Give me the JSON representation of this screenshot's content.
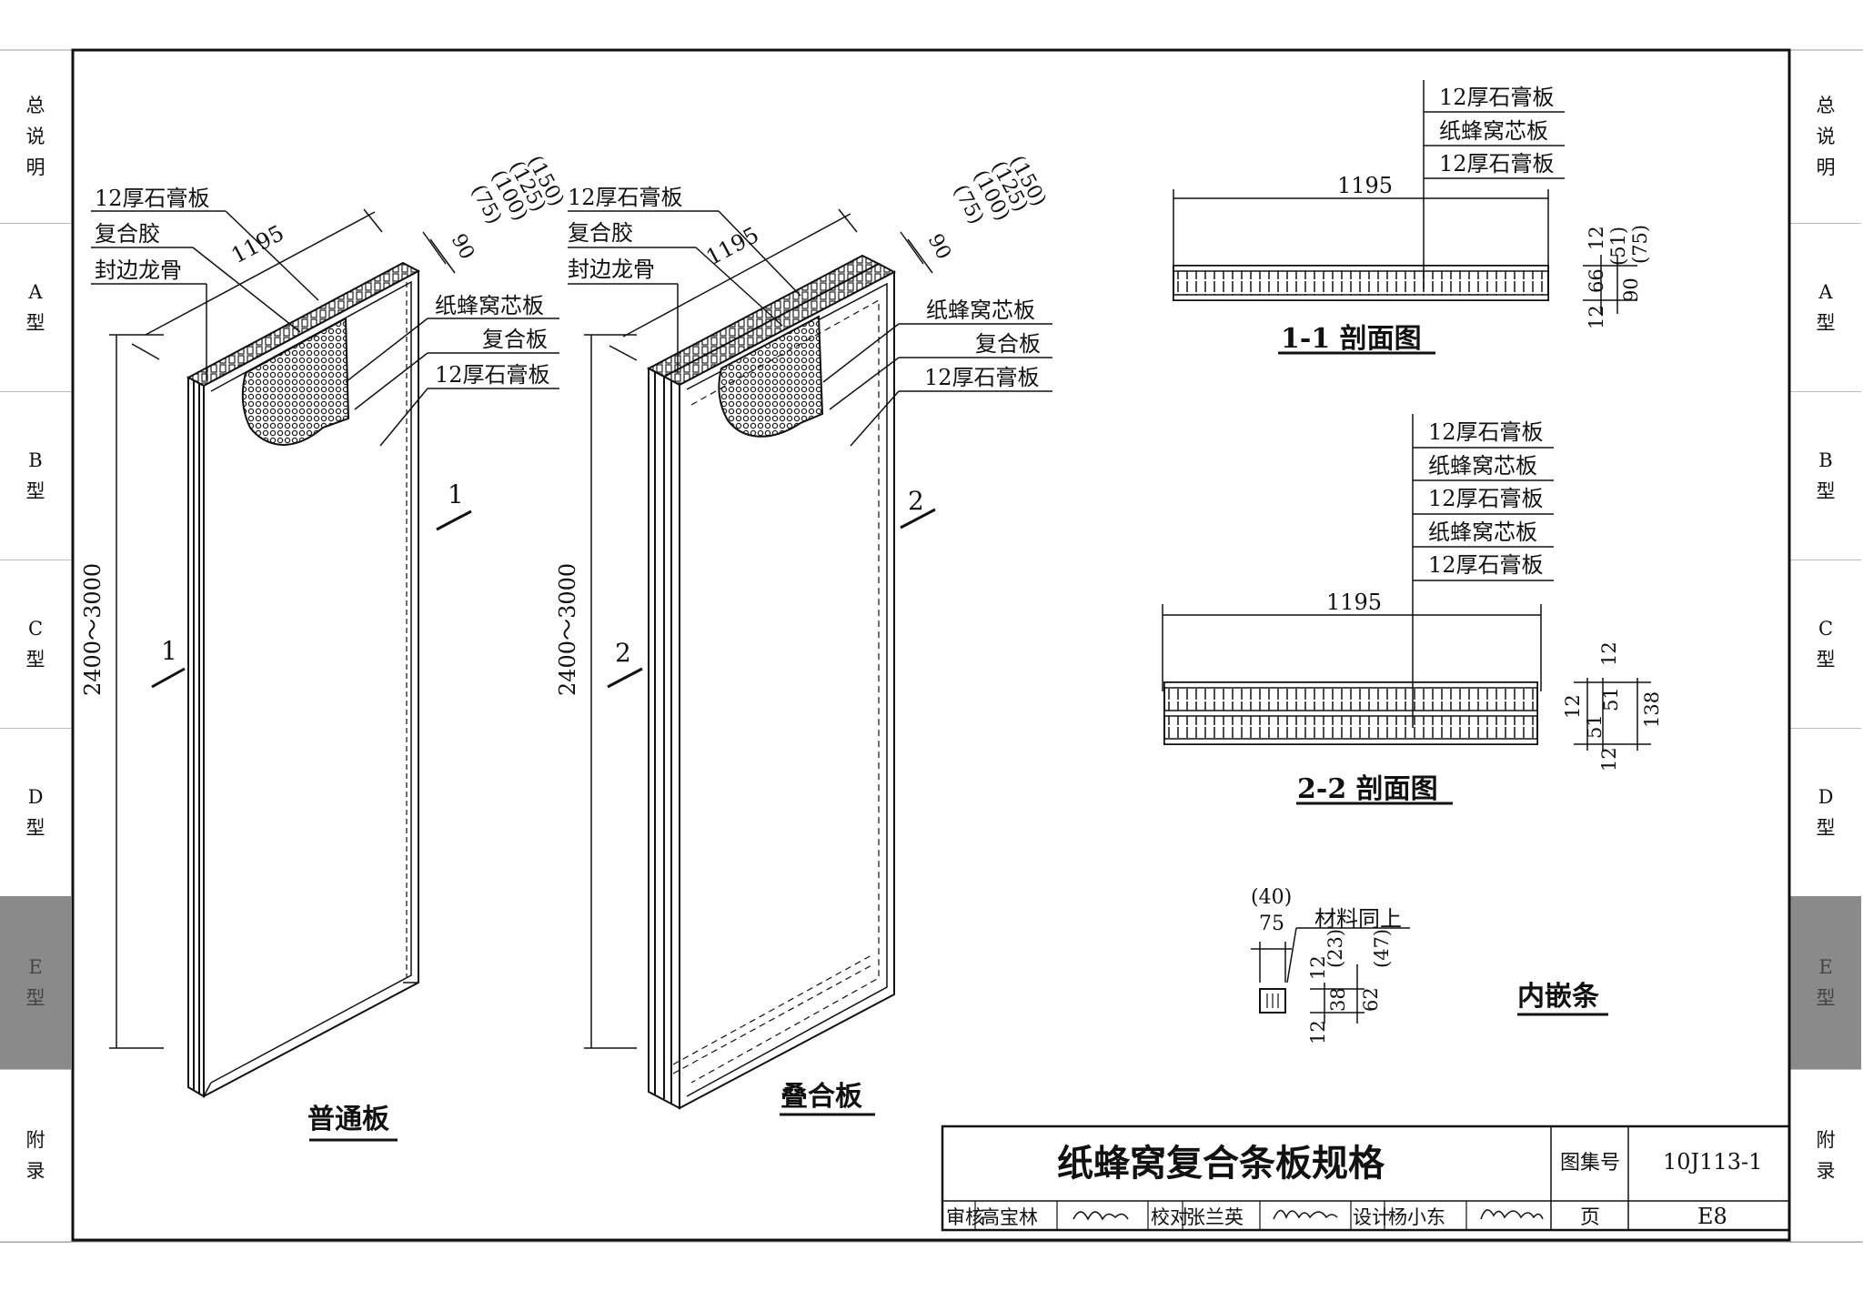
{
  "side_tabs": [
    {
      "label": "总\n说\n明",
      "active": false
    },
    {
      "label": "A\n型",
      "active": false
    },
    {
      "label": "B\n型",
      "active": false
    },
    {
      "label": "C\n型",
      "active": false
    },
    {
      "label": "D\n型",
      "active": false
    },
    {
      "label": "E\n型",
      "active": true
    },
    {
      "label": "附\n录",
      "active": false
    }
  ],
  "panel1": {
    "caption": "普通板",
    "labels": [
      "12厚石膏板",
      "复合胶",
      "封边龙骨",
      "纸蜂窝芯板",
      "复合板",
      "12厚石膏板"
    ],
    "dim_width": "1195",
    "dim_height": "2400～3000",
    "thick_options": [
      "(150)",
      "(125)",
      "(100)",
      "(75)",
      "90"
    ],
    "section_mark": "1"
  },
  "panel2": {
    "caption": "叠合板",
    "labels": [
      "12厚石膏板",
      "复合胶",
      "封边龙骨",
      "纸蜂窝芯板",
      "复合板",
      "12厚石膏板"
    ],
    "dim_width": "1195",
    "dim_height": "2400～3000",
    "thick_options": [
      "(150)",
      "(125)",
      "(100)",
      "(75)",
      "90"
    ],
    "section_mark": "2"
  },
  "section1": {
    "title": "1-1 剖面图",
    "layers": [
      "12厚石膏板",
      "纸蜂窝芯板",
      "12厚石膏板"
    ],
    "width": "1195",
    "dims": [
      "12",
      "66",
      "(51)",
      "90",
      "(75)",
      "12"
    ]
  },
  "section2": {
    "title": "2-2 剖面图",
    "layers": [
      "12厚石膏板",
      "纸蜂窝芯板",
      "12厚石膏板",
      "纸蜂窝芯板",
      "12厚石膏板"
    ],
    "width": "1195",
    "dims": [
      "12",
      "12",
      "51",
      "51",
      "12",
      "138"
    ]
  },
  "insert": {
    "title": "内嵌条",
    "note": "材料同上",
    "dims": [
      "(40)",
      "75",
      "12",
      "(23)",
      "(47)",
      "38",
      "62",
      "12"
    ]
  },
  "title_block": {
    "title": "纸蜂窝复合条板规格",
    "atlas_label": "图集号",
    "atlas_no": "10J113-1",
    "page_label": "页",
    "page_no": "E8",
    "review_label": "审核",
    "reviewer": "高宝林",
    "check_label": "校对",
    "checker": "张兰英",
    "design_label": "设计",
    "designer": "杨小东"
  }
}
